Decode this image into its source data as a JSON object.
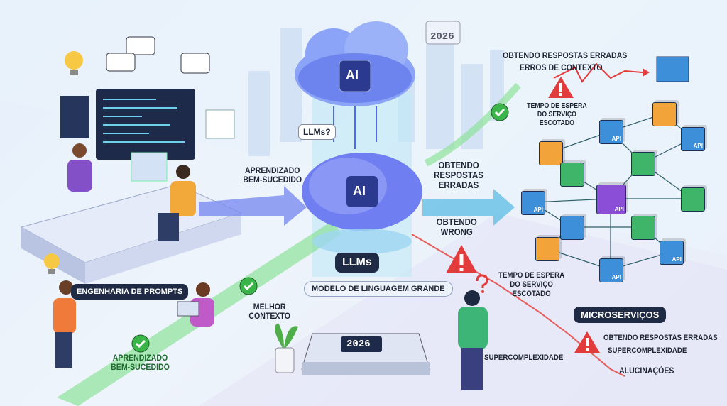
{
  "top_calendar_year": "2026",
  "cloud": {
    "label": "AI"
  },
  "llms_question": "LLMs?",
  "brain": {
    "label": "AI"
  },
  "left_flow": {
    "label": "APRENDIZADO BEM-SUCEDIDO"
  },
  "right_flow": {
    "label_top": "OBTENDO RESPOSTAS ERRADAS",
    "label_bottom": "OBTENDO WRONG"
  },
  "llms_title": "LLMs",
  "llms_subtitle": "MODELO DE LINGUAGEM GRANDE",
  "prompt_engineering": "ENGENHARIA DE PROMPTS",
  "better_context": "MELHOR CONTEXTO",
  "bottom_success": "APRENDIZADO BEM-SUCEDIDO",
  "device_year": "2026",
  "top_right_errors": {
    "line1": "OBTENDO RESPOSTAS ERRADAS",
    "line2": "ERROS DE CONTEXTO",
    "timeout": "TEMPO DE ESPERA DO SERVIÇO ESCOTADO"
  },
  "middle_timeout": "TEMPO DE ESPERA DO SERVIÇO ESCOTADO",
  "microservices": {
    "title": "MICROSERVIÇOS",
    "node_label": "API"
  },
  "bottom_errors": {
    "line1": "OBTENDO RESPOSTAS ERRADAS",
    "line2": "SUPERCOMPLEXIDADE"
  },
  "supercomplexity": "SUPERCOMPLEXIDADE",
  "hallucinations": "ALUCINAÇÕES",
  "colors": {
    "success": "#3bb54a",
    "error": "#e03a3a",
    "ai_blue": "#4a6cf0",
    "cube_blue": "#3d8fd9",
    "cube_orange": "#f2a33a",
    "cube_green": "#3fb56a",
    "cube_purple": "#8a4fd6",
    "dark_pill": "#1f2a44"
  }
}
